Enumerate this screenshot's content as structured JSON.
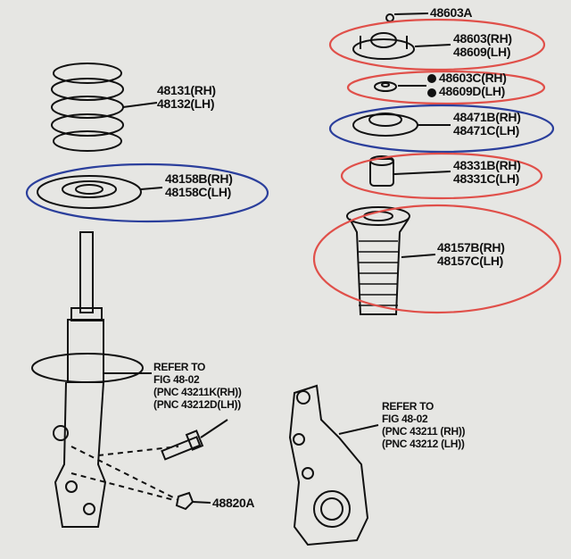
{
  "colors": {
    "background": "#e6e6e3",
    "red_marker": "#e0504a",
    "blue_marker": "#2b3f9c",
    "ink": "#111111"
  },
  "left_parts": [
    {
      "id": "spring",
      "rh": "48131(RH)",
      "lh": "48132(LH)"
    },
    {
      "id": "spring-seat",
      "rh": "48158B(RH)",
      "lh": "48158C(LH)"
    }
  ],
  "right_parts": [
    {
      "id": "mount-nut",
      "single": "48603A"
    },
    {
      "id": "support",
      "rh": "48603(RH)",
      "lh": "48609(LH)"
    },
    {
      "id": "washer",
      "rh": "48603C(RH)",
      "lh": "48609D(LH)"
    },
    {
      "id": "upper-seat",
      "rh": "48471B(RH)",
      "lh": "48471C(LH)"
    },
    {
      "id": "bumper",
      "rh": "48331B(RH)",
      "lh": "48331C(LH)"
    },
    {
      "id": "boot",
      "rh": "48157B(RH)",
      "lh": "48157C(LH)"
    }
  ],
  "bolt_ref": {
    "l1": "REFER TO",
    "l2": "FIG 48-02",
    "l3": "(PNC 43211K(RH))",
    "l4": "(PNC 43212D(LH))"
  },
  "nut": {
    "label": "48820A"
  },
  "knuckle_ref": {
    "l1": "REFER TO",
    "l2": "FIG 48-02",
    "l3": "(PNC  43211 (RH))",
    "l4": "(PNC  43212 (LH))"
  }
}
